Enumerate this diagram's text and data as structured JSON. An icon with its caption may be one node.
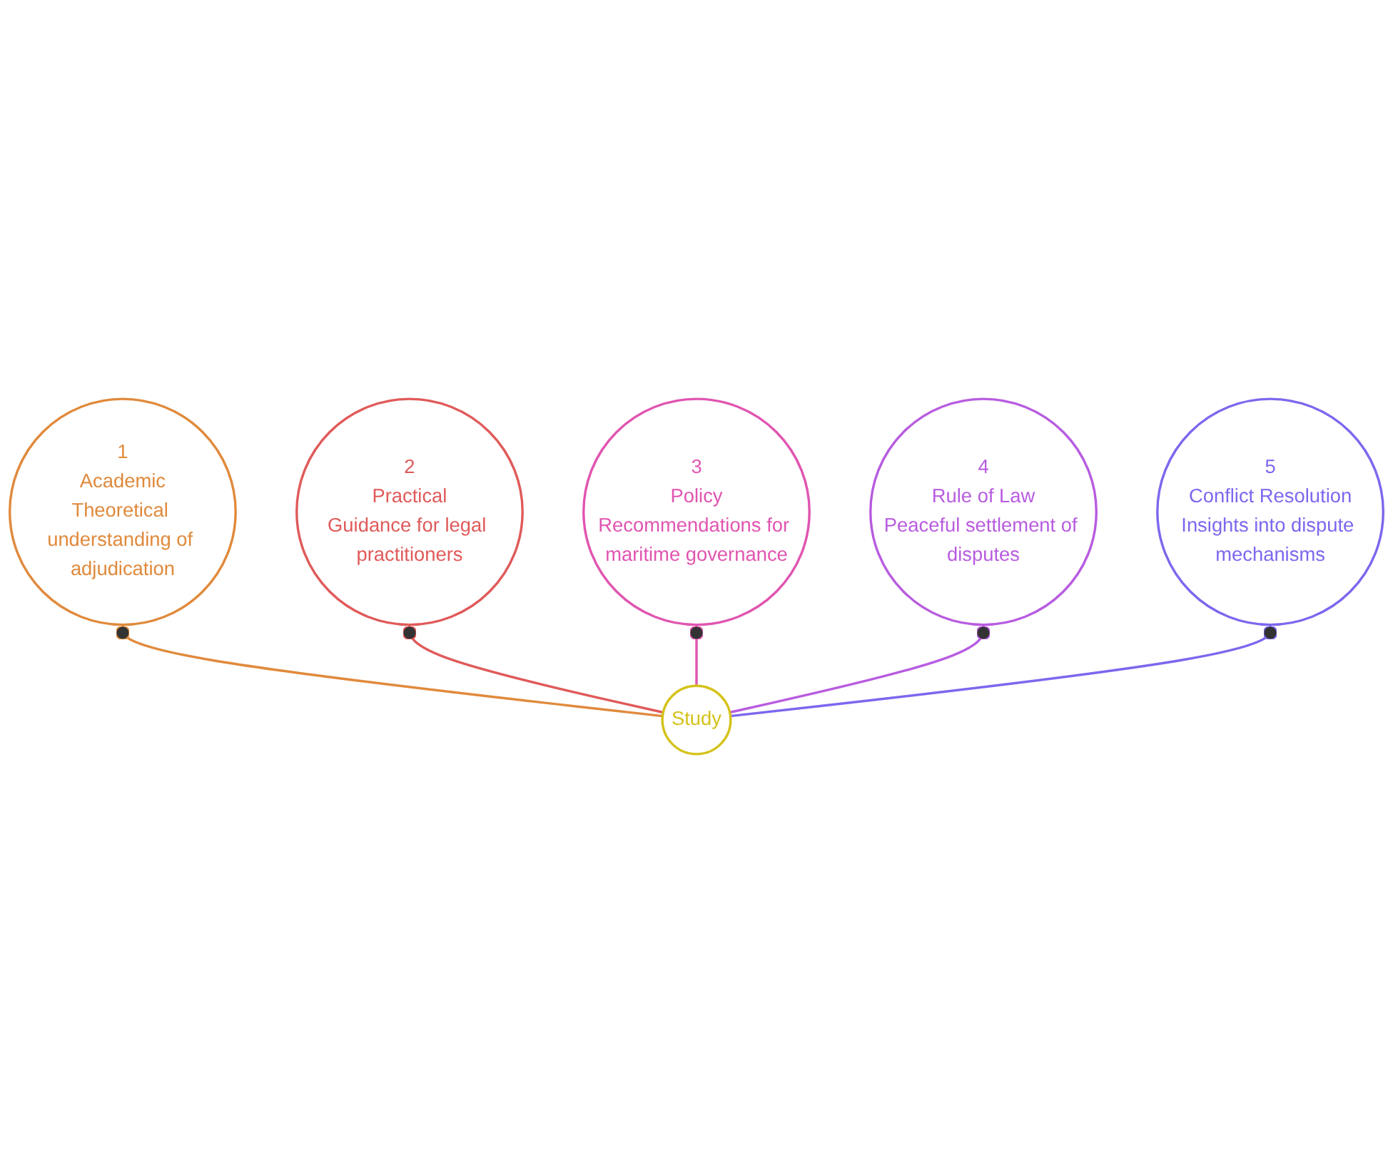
{
  "diagram": {
    "nodes": [
      {
        "text": [
          "1",
          "Academic",
          "Theoretical understanding of adjudication"
        ]
      },
      {
        "text": [
          "2",
          "Practical",
          "Guidance for legal practitioners"
        ]
      },
      {
        "text": [
          "3",
          "Policy",
          "Recommendations for maritime governance"
        ]
      },
      {
        "text": [
          "4",
          "Rule of Law",
          "Peaceful settlement of disputes"
        ]
      },
      {
        "text": [
          "5",
          "Conflict Resolution",
          "Insights into dispute mechanisms"
        ]
      },
      {
        "text": [
          "Study"
        ]
      }
    ],
    "edges": [
      {
        "from": 5,
        "to": 0,
        "arrow": "other",
        "color": "#e08a3c"
      },
      {
        "from": 5,
        "to": 1,
        "arrow": "other",
        "color": "#e05a5a"
      },
      {
        "from": 5,
        "to": 2,
        "arrow": "other",
        "color": "#e055b0"
      },
      {
        "from": 5,
        "to": 3,
        "arrow": "other",
        "color": "#b85ce0"
      },
      {
        "from": 5,
        "to": 4,
        "arrow": "other",
        "color": "#7b68ee"
      }
    ]
  }
}
